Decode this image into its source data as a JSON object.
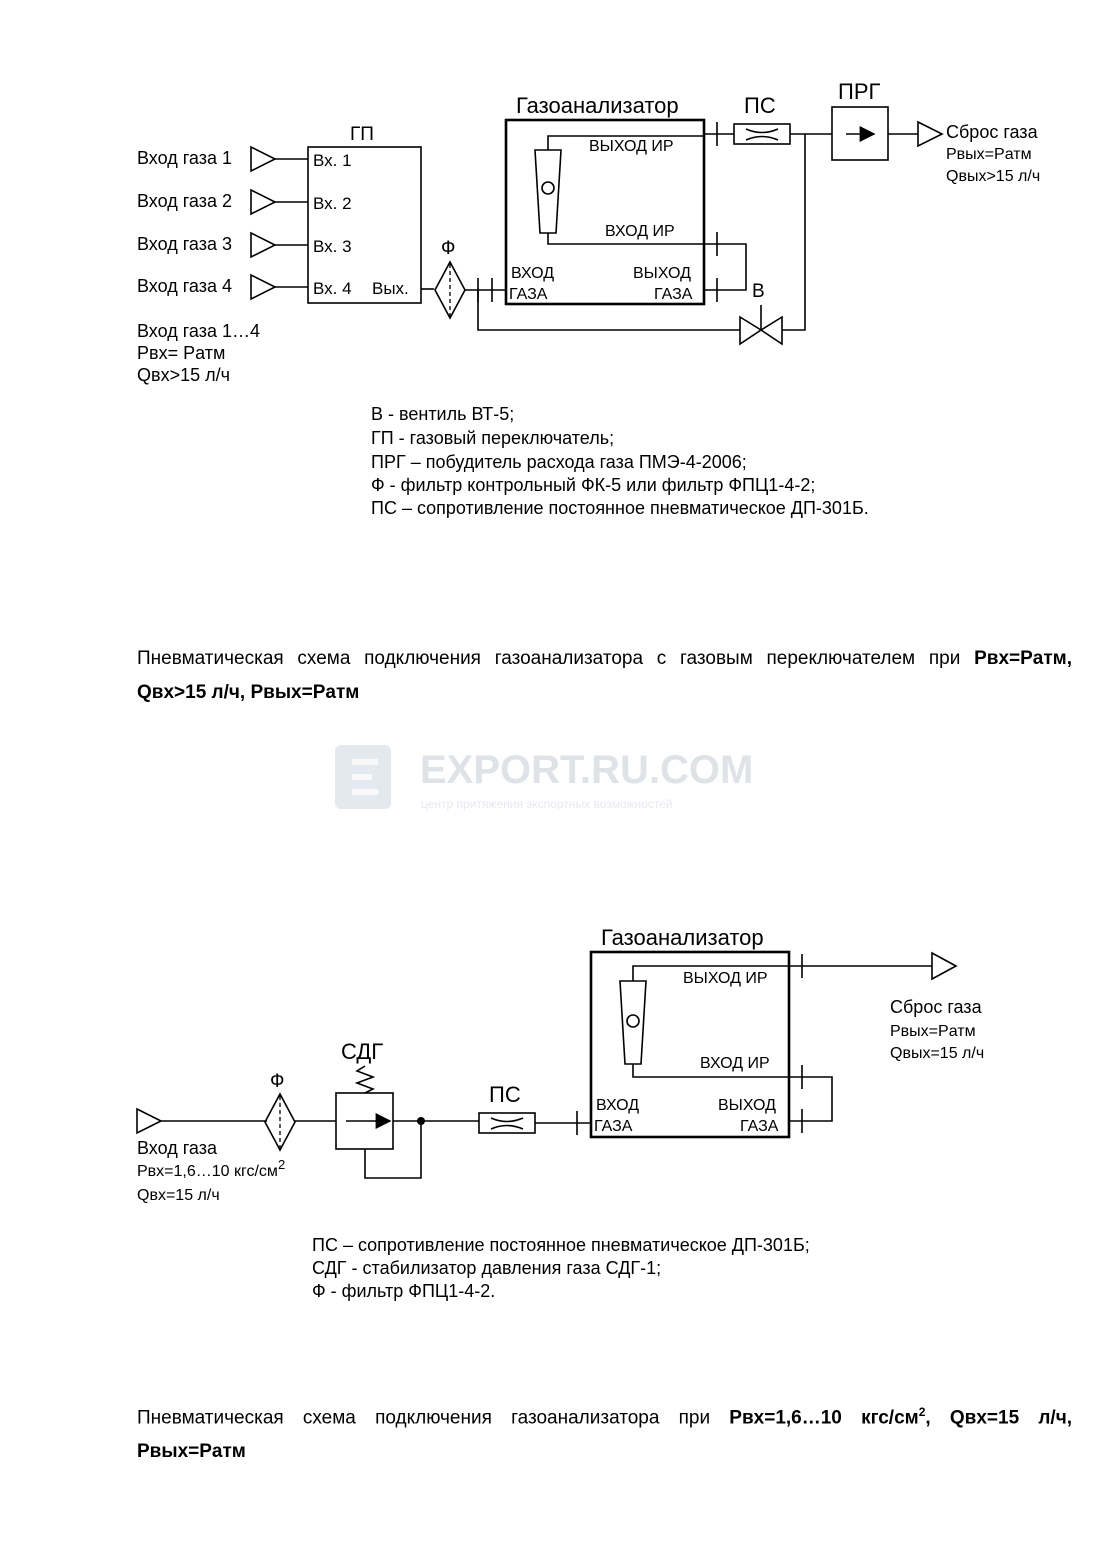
{
  "diagram1": {
    "gp_title": "ГП",
    "analyzer_title": "Газоанализатор",
    "ps_title": "ПС",
    "prg_title": "ПРГ",
    "f_title": "Ф",
    "v_title": "В",
    "inputs": [
      "Вход газа 1",
      "Вход газа 2",
      "Вход газа 3",
      "Вход газа 4"
    ],
    "gp_ports": [
      "Вх. 1",
      "Вх. 2",
      "Вх. 3",
      "Вх. 4"
    ],
    "gp_out": "Вых.",
    "analyzer_ports": {
      "out_ir": "ВЫХОД  ИР",
      "in_ir": "ВХОД  ИР",
      "in_gas_1": "ВХОД",
      "in_gas_2": "ГАЗА",
      "out_gas_1": "ВЫХОД",
      "out_gas_2": "ГАЗА"
    },
    "exhaust": [
      "Сброс газа",
      "Pвых=Pатм",
      "Qвых>15 л/ч"
    ],
    "input_params": [
      "Вход газа 1…4",
      "Pвх= Pатм",
      "Qвх>15 л/ч"
    ],
    "legend": [
      "В - вентиль ВТ-5;",
      "ГП - газовый переключатель;",
      "ПРГ – побудитель расхода газа ПМЭ-4-2006;",
      "Ф - фильтр контрольный ФК-5 или фильтр ФПЦ1-4-2;",
      "ПС – сопротивление постоянное пневматическое ДП-301Б."
    ]
  },
  "caption1": {
    "text": "Пневматическая схема подключения газоанализатора с газовым переключателем при ",
    "bold": "Pвх=Pатм, Qвх>15 л/ч, Pвых=Pатм"
  },
  "watermark": {
    "title": "EXPORT.RU.COM",
    "subtitle": "центр притяжения экспортных возможностей"
  },
  "diagram2": {
    "analyzer_title": "Газоанализатор",
    "sdg_title": "СДГ",
    "f_title": "Ф",
    "ps_title": "ПС",
    "analyzer_ports": {
      "out_ir": "ВЫХОД  ИР",
      "in_ir": "ВХОД  ИР",
      "in_gas_1": "ВХОД",
      "in_gas_2": "ГАЗА",
      "out_gas_1": "ВЫХОД",
      "out_gas_2": "ГАЗА"
    },
    "exhaust": [
      "Сброс газа",
      "Pвых=Pатм",
      "Qвых=15  л/ч"
    ],
    "input": [
      "Вход газа",
      "Pвх=1,6…10 кгс/см",
      "Qвх=15 л/ч"
    ],
    "input_sup": "2",
    "legend": [
      "ПС – сопротивление постоянное пневматическое ДП-301Б;",
      "СДГ - стабилизатор давления газа СДГ-1;",
      "Ф - фильтр ФПЦ1-4-2."
    ]
  },
  "caption2": {
    "text": "Пневматическая схема подключения газоанализатора при ",
    "bold_a": "Pвх=1,6…10 кгс/см",
    "bold_sup": "2",
    "bold_b": ",  Qвх=15 л/ч, Pвых=Pатм"
  }
}
